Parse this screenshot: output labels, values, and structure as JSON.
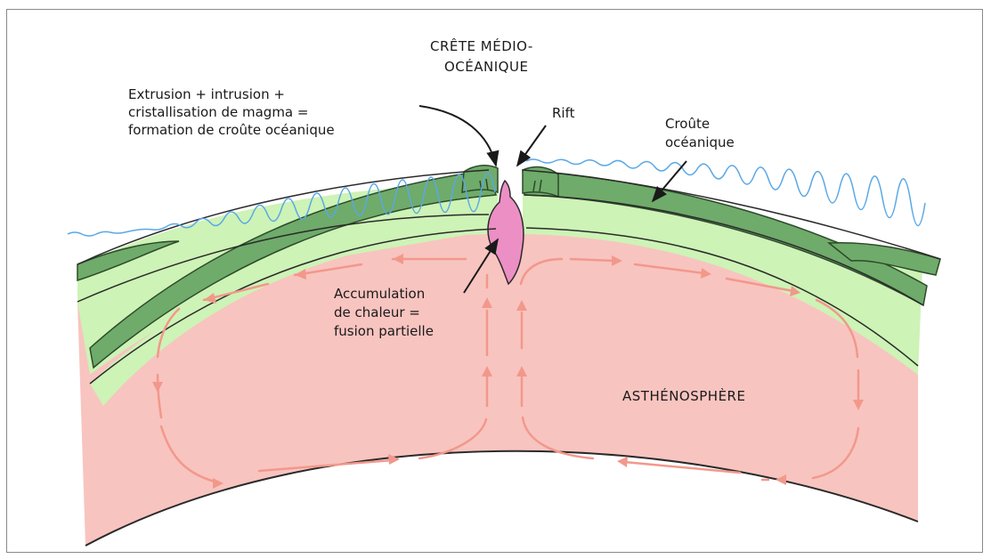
{
  "labels": {
    "ridge_line1": "CRÊTE MÉDIO-",
    "ridge_line2": "OCÉANIQUE",
    "extrusion_line1": "Extrusion + intrusion +",
    "extrusion_line2": "cristallisation de magma =",
    "extrusion_line3": "formation de croûte océanique",
    "rift": "Rift",
    "crust_line1": "Croûte",
    "crust_line2": "océanique",
    "heat_line1": "Accumulation",
    "heat_line2": "de chaleur =",
    "heat_line3": "fusion partielle",
    "asthenosphere": "ASTHÉNOSPHÈRE"
  },
  "colors": {
    "asthenosphere": "#f8c4c0",
    "lithosphere": "#cdf3b6",
    "crust": "#6fab6a",
    "crust_edge": "#2d4a2b",
    "magma": "#ec8fc4",
    "convection_arrows": "#f2988b",
    "water_line": "#5aa8e6",
    "outline": "#2a2a2a"
  }
}
